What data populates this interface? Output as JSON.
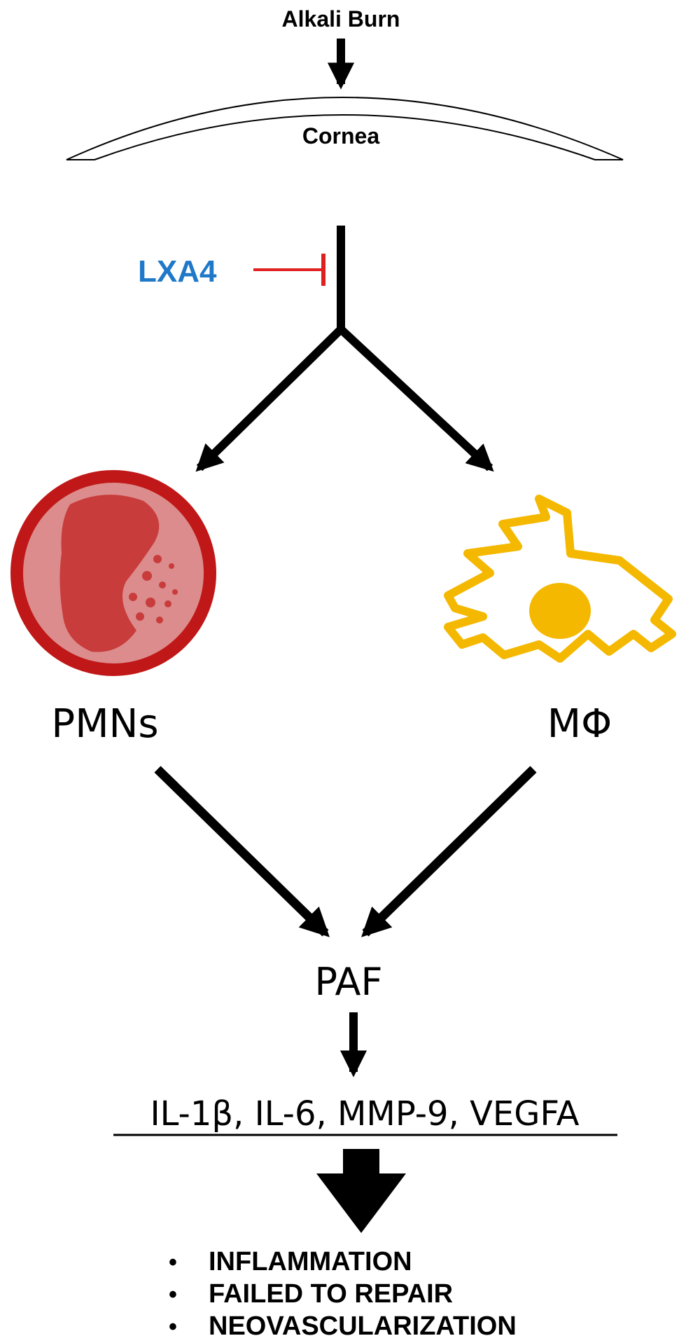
{
  "labels": {
    "trigger": "Alkali Burn",
    "tissue": "Cornea",
    "inhibitor": "LXA4",
    "cell_left": "PMNs",
    "cell_right": "MΦ",
    "mediator": "PAF",
    "cytokines": "IL-1β, IL-6, MMP-9, VEGFA"
  },
  "outcomes": [
    "INFLAMMATION",
    "FAILED TO REPAIR",
    "NEOVASCULARIZATION"
  ],
  "bullet": "•",
  "colors": {
    "inhibitor_text": "#1f78c8",
    "inhibitor_line": "#e02020",
    "pmn_outer": "#c01818",
    "pmn_fill": "#dc8c8c",
    "pmn_nucleus": "#c83c3c",
    "macrophage": "#f5b800",
    "arrows": "#000000"
  }
}
